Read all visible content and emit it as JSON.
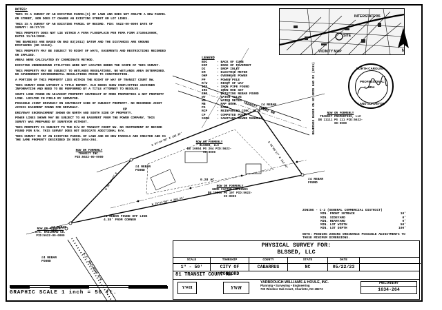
{
  "notes": {
    "heading": "NOTES:",
    "items": [
      "THIS IS A SURVEY OF AN EXISTING PARCEL(S) OF LAND AND DOES NOT CREATE A NEW PARCEL OR STREET, NOR DOES IT CHANGE AN EXISTING STREET OR LOT LINES.",
      "THIS IS A SURVEY OF AN EXISTING PARCEL OF RECORD. PIN: 5622-00-0000 DATE OF SURVEY: 05/17/23",
      "THIS PROPERTY DOES NOT LIE WITHIN A FEMA FLOODPLAIN PER FEMA FIRM 3710562000K, DATED 11/05/2008.",
      "THE BEARINGS ARE BASED ON NAD 83(2011) DATUM AND THE DISTANCES ARE GROUND DISTANCES (NO SCALE).",
      "THIS PROPERTY MAY BE SUBJECT TO RIGHT OF WAYS, EASEMENTS AND RESTRICTIONS RECORDED OR IMPLIED.",
      "AREAS WERE CALCULATED BY COORDINATE METHOD.",
      "EXISTING UNDERGROUND UTILITIES WERE NOT LOCATED UNDER THE SCOPE OF THIS SURVEY.",
      "THIS PROPERTY MAY BE SUBJECT TO WETLANDS REGULATIONS. NO WETLANDS AREA DETERMINED. NO GOVERNMENT ENVIRONMENTAL REGULATIONS PRIOR TO CONSTRUCTION.",
      "A PORTION OF THIS PROPERTY LIES WITHIN THE RIGHT OF WAY OF TRANSIT COURT NW.",
      "THIS SURVEY DONE WITHOUT A TITLE REPORT. OLD DEEDS SHOW CONFLICTING ADJOINER INFORMATION AND NEED TO BE PERFORMED BY A TITLE ATTORNEY TO RESOLVE.",
      "SOUTH LINE FOUND ON ADJACENT PROPERTY SOUTHEAST OF MORE PROPERTIES & NOT PROPERTY LINE. LOCATED IN FIELD BY SURVEYOR.",
      "POSSIBLE JOINT DRIVEWAY ON SOUTHEAST SIDE OF SUBJECT PROPERTY. NO RECORDED JOINT ACCESS EASEMENT FOUND FOR DRIVEWAY.",
      "DRIVEWAY ENCROACHMENT SHOWN ON NORTH AND SOUTH SIDE OF PROPERTY.",
      "POWER LINES SHOWN MAY BE SUBJECT TO AN EASEMENT FROM THE POWER COMPANY, THIS SURVEY WAS PREPARED BY SURVEYOR WITHOUT.",
      "THIS PROPERTY IS SUBJECT TO THE R/W OF TRANSIT COURT NW. NO INSTRUMENT OF RECORD FOUND FOR R/W. THIS SURVEY DOES NOT DEDICATE ADDITIONAL R/W.",
      "THIS SURVEY IS OF AN EXISTING PARCEL OF LAND AND NO NEW PARCELS ARE CREATED AND IS THE SAME PROPERTY DESCRIBED IN DEED 1654-264."
    ]
  },
  "legend": {
    "heading": "LEGEND",
    "items": [
      {
        "abbr": "BOC",
        "desc": "- BACK OF CURB"
      },
      {
        "abbr": "EOP",
        "desc": "- EDGE OF PAVEMENT"
      },
      {
        "abbr": "DI",
        "desc": "- DROP INLET"
      },
      {
        "abbr": "EM",
        "desc": "- ELECTRIC METER"
      },
      {
        "abbr": "OHP",
        "desc": "- OVERHEAD POWER"
      },
      {
        "abbr": "PP",
        "desc": "- POWER POLE"
      },
      {
        "abbr": "R/W",
        "desc": "- RIGHT OF WAY"
      },
      {
        "abbr": "IPF",
        "desc": "- IRON PIPE FOUND"
      },
      {
        "abbr": "IRS",
        "desc": "- IRON ROD SET"
      },
      {
        "abbr": "ERF",
        "desc": "- EXISTING REBAR FOUND"
      },
      {
        "abbr": "WV",
        "desc": "- WATER VALVE"
      },
      {
        "abbr": "WM",
        "desc": "- WATER METER"
      },
      {
        "abbr": "MB",
        "desc": "- MAP BOOK"
      },
      {
        "abbr": "PG",
        "desc": "- PAGE"
      },
      {
        "abbr": "RCP",
        "desc": "- REINFORCED CONC. PIPE"
      },
      {
        "abbr": "CP",
        "desc": "- COMPUTED POINT"
      },
      {
        "abbr": "SSMH",
        "desc": "- SANITARY SEWER MANHOLE"
      }
    ]
  },
  "vicinity": {
    "caption": "VICINITY MAP",
    "road_label": "INTERSTATE 85",
    "site_label": "SITE"
  },
  "bearings_note": "BEARINGS BASED ON NC GRID NAD 83 (2011)",
  "seal": {
    "top_text": "NORTH CAROLINA",
    "middle_text": "PROFESSIONAL",
    "bottom_text": "LAND SURVEYOR",
    "number": "L-4854"
  },
  "plat": {
    "road_name": "TRANSIT COURT NW",
    "parcels": [
      {
        "label": "NOW OR FORMERLY",
        "owner": "TRANSIT PROPERTIES, LLC",
        "ref": "DB 11111 PG 111 PID:5622-00-0000"
      },
      {
        "label": "NOW OR FORMERLY",
        "owner": "BLSSED, LLC",
        "ref": "DB 16654 PG 264 PID:5622-00-0000"
      },
      {
        "label": "NOW OR FORMERLY",
        "owner": "HOME FACTOR HOLDINGS",
        "ref": "DB 10000 PG 197 PID:5622-00-0000"
      },
      {
        "label": "NOW OR FORMERLY",
        "owner": "TRANSIT INC.",
        "ref": "PID:5622-00-0000"
      },
      {
        "label": "NOW OR FORMERLY",
        "owner": "N.C. RAILROAD CO.",
        "ref": "PID:5622-00-0000"
      }
    ],
    "area": "0.28 AC",
    "rebar_labels": [
      "#4 REBAR FOUND",
      "#4 REBAR SET",
      "#4 REBAR FOUND",
      "#4 REBAR SET",
      "#4 REBAR FOUND"
    ],
    "offset_note": "#4 REBAR FOUND OFF LINE 4.38' FROM CORNER",
    "cp_label": "CP",
    "railroad_label": "N.C. RAILROAD R/W"
  },
  "zoning": {
    "heading": "ZONING - C-2 (GENERAL COMMERCIAL DISTRICT)",
    "rows": [
      {
        "k": "MIN. FRONT SETBACK",
        "v": "10'"
      },
      {
        "k": "MIN. SIDEYARD",
        "v": "0'"
      },
      {
        "k": "MIN. REARYARD",
        "v": "0'"
      },
      {
        "k": "MIN. LOT WIDTH",
        "v": "50'"
      },
      {
        "k": "MIN. LOT DEPTH",
        "v": "100'"
      }
    ],
    "note": "NOTE: PENDING ZONING ORDINANCE POSSIBLE ADJUSTMENTS TO THESE MINIMUM DIMENSIONS."
  },
  "title_block": {
    "title_line1": "PHYSICAL SURVEY FOR:",
    "title_line2": "BLSSED, LLC",
    "headers": [
      "SCALE",
      "TOWNSHIP",
      "COUNTY",
      "STATE",
      "DATE",
      ""
    ],
    "values": [
      "1\" - 50'",
      "CITY OF CONCORD",
      "CABARRUS",
      "NC",
      "05/22/23",
      ""
    ],
    "address": "81 TRANSIT COURT NW",
    "logo_left": "YWH",
    "logo_mid": "YWH",
    "firm_name": "YARBROUGH-WILLIAMS & HOULE, INC.",
    "firm_line2": "Planning • Surveying • Engineering",
    "firm_line3": "730 Windsor Oak Court, Charlotte, NC 28273",
    "job_label": "PRELIMINARY",
    "job_number": "1634-264"
  },
  "graphic_scale": {
    "label": "GRAPHIC SCALE 1 inch = 50 ft."
  }
}
